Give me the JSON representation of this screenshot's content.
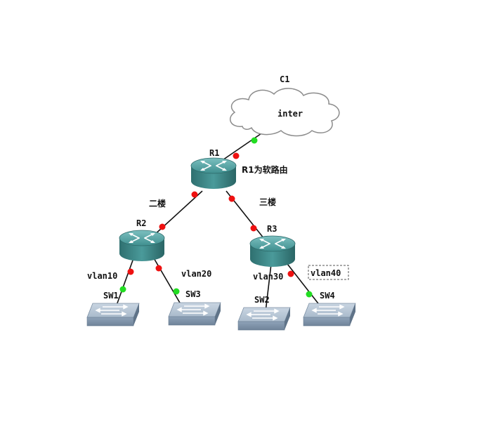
{
  "cloud": {
    "name": "C1",
    "label": "inter"
  },
  "routers": {
    "r1": {
      "name": "R1",
      "note": "R1为软路由"
    },
    "r2": {
      "name": "R2"
    },
    "r3": {
      "name": "R3"
    }
  },
  "switches": {
    "sw1": {
      "name": "SW1"
    },
    "sw2": {
      "name": "SW2"
    },
    "sw3": {
      "name": "SW3"
    },
    "sw4": {
      "name": "SW4"
    }
  },
  "floors": {
    "second": "二楼",
    "third": "三楼"
  },
  "vlans": {
    "v10": "vlan10",
    "v20": "vlan20",
    "v30": "vlan30",
    "v40": "vlan40"
  },
  "colors": {
    "router_body": "#3e8a8a",
    "switch_body": "#8fa3b8",
    "link_up": "#22dd22",
    "link_down": "#ee1111"
  }
}
